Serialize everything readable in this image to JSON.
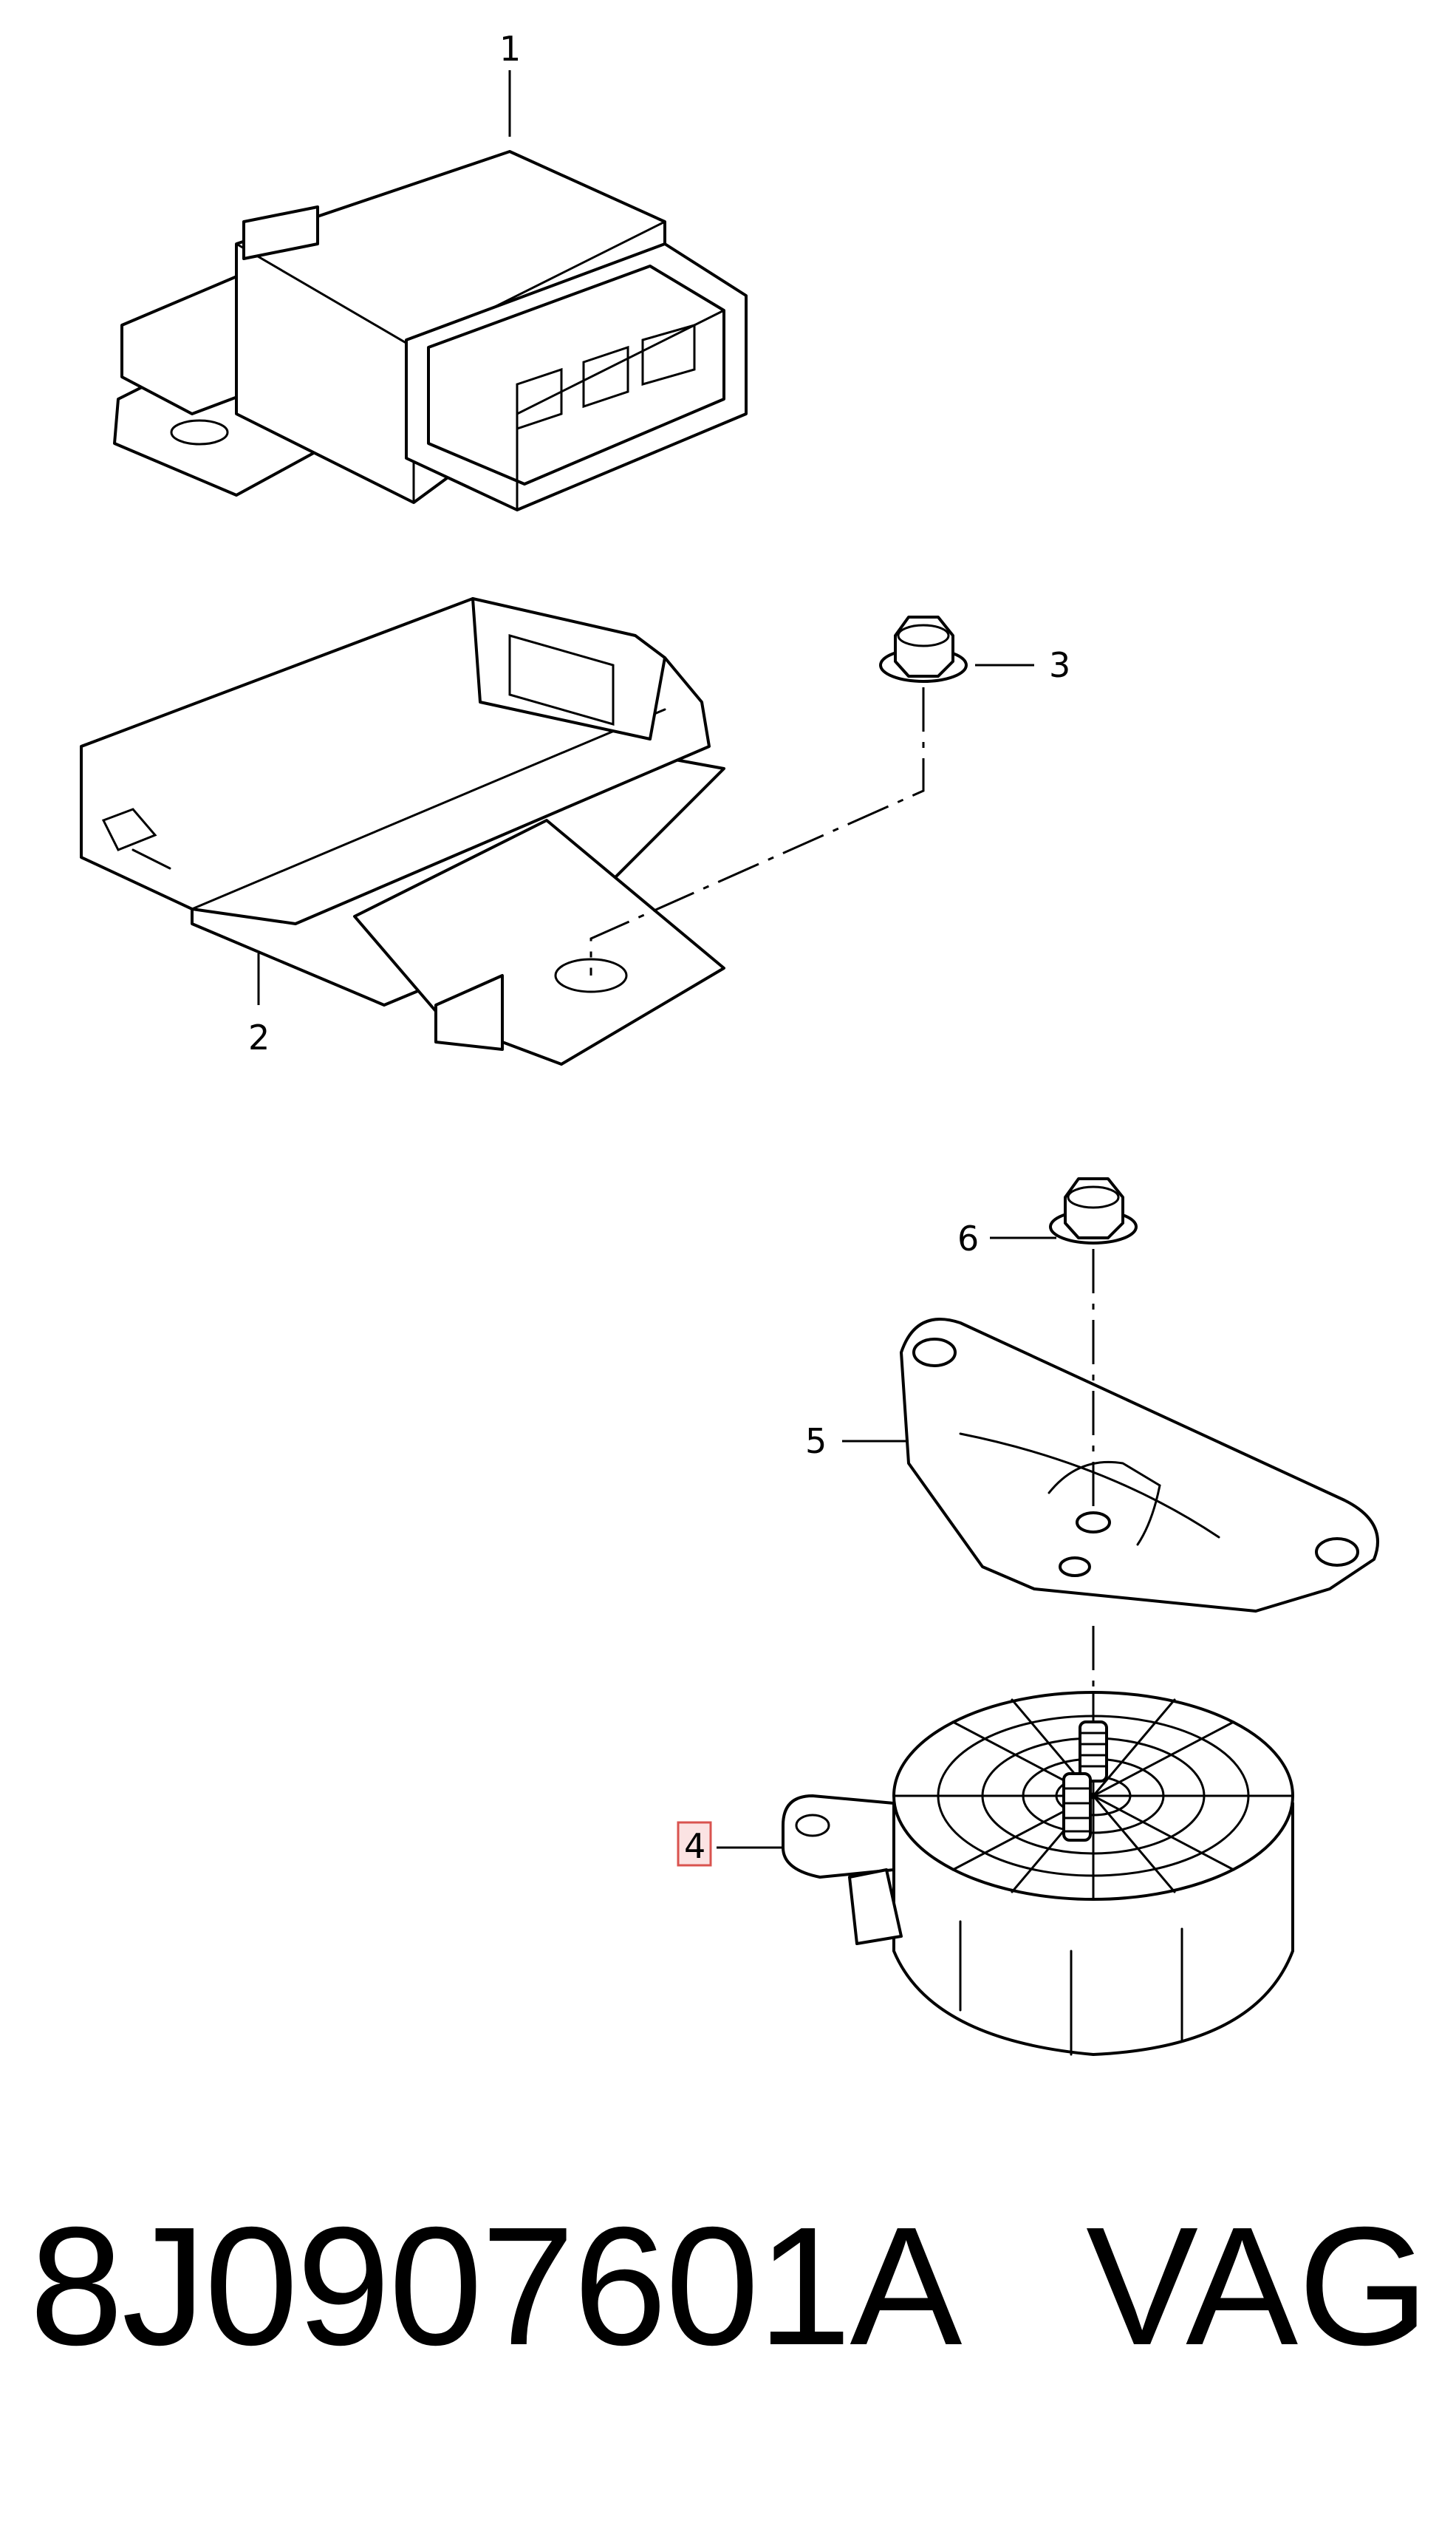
{
  "callouts": {
    "c1": "1",
    "c2": "2",
    "c3": "3",
    "c4": "4",
    "c5": "5",
    "c6": "6"
  },
  "footer": {
    "part_number": "8J0907601A",
    "brand": "VAG"
  },
  "colors": {
    "line": "#000000",
    "highlight_box": "#d9534f"
  }
}
